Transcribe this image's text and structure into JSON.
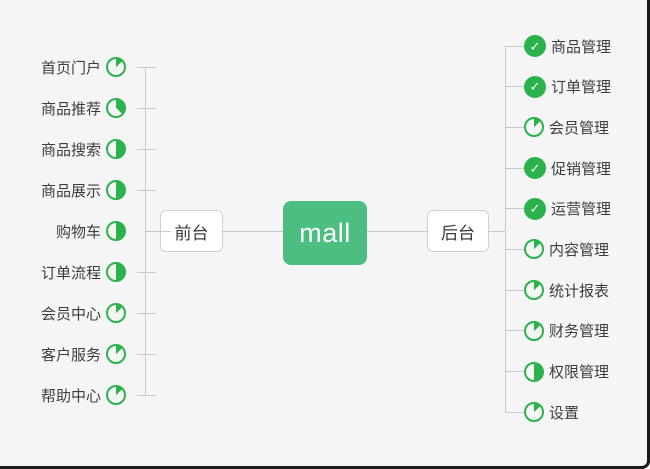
{
  "root": {
    "label": "mall"
  },
  "branches": {
    "front": {
      "label": "前台",
      "items": [
        {
          "label": "首页门户",
          "progress": 0.125,
          "done": false
        },
        {
          "label": "商品推荐",
          "progress": 0.375,
          "done": false
        },
        {
          "label": "商品搜索",
          "progress": 0.5,
          "done": false
        },
        {
          "label": "商品展示",
          "progress": 0.5,
          "done": false
        },
        {
          "label": "购物车",
          "progress": 0.5,
          "done": false
        },
        {
          "label": "订单流程",
          "progress": 0.5,
          "done": false
        },
        {
          "label": "会员中心",
          "progress": 0.125,
          "done": false
        },
        {
          "label": "客户服务",
          "progress": 0.125,
          "done": false
        },
        {
          "label": "帮助中心",
          "progress": 0.125,
          "done": false
        }
      ]
    },
    "back": {
      "label": "后台",
      "items": [
        {
          "label": "商品管理",
          "progress": 1,
          "done": true
        },
        {
          "label": "订单管理",
          "progress": 1,
          "done": true
        },
        {
          "label": "会员管理",
          "progress": 0.125,
          "done": false
        },
        {
          "label": "促销管理",
          "progress": 1,
          "done": true
        },
        {
          "label": "运营管理",
          "progress": 1,
          "done": true
        },
        {
          "label": "内容管理",
          "progress": 0.125,
          "done": false
        },
        {
          "label": "统计报表",
          "progress": 0.125,
          "done": false
        },
        {
          "label": "财务管理",
          "progress": 0.125,
          "done": false
        },
        {
          "label": "权限管理",
          "progress": 0.5,
          "done": false
        },
        {
          "label": "设置",
          "progress": 0.125,
          "done": false
        }
      ]
    }
  },
  "colors": {
    "root_bg": "#4dbe82",
    "marker_green": "#2bb24c",
    "connector": "#c9c9c9",
    "background": "#f5f5f6",
    "edge_border": "#17191c"
  }
}
